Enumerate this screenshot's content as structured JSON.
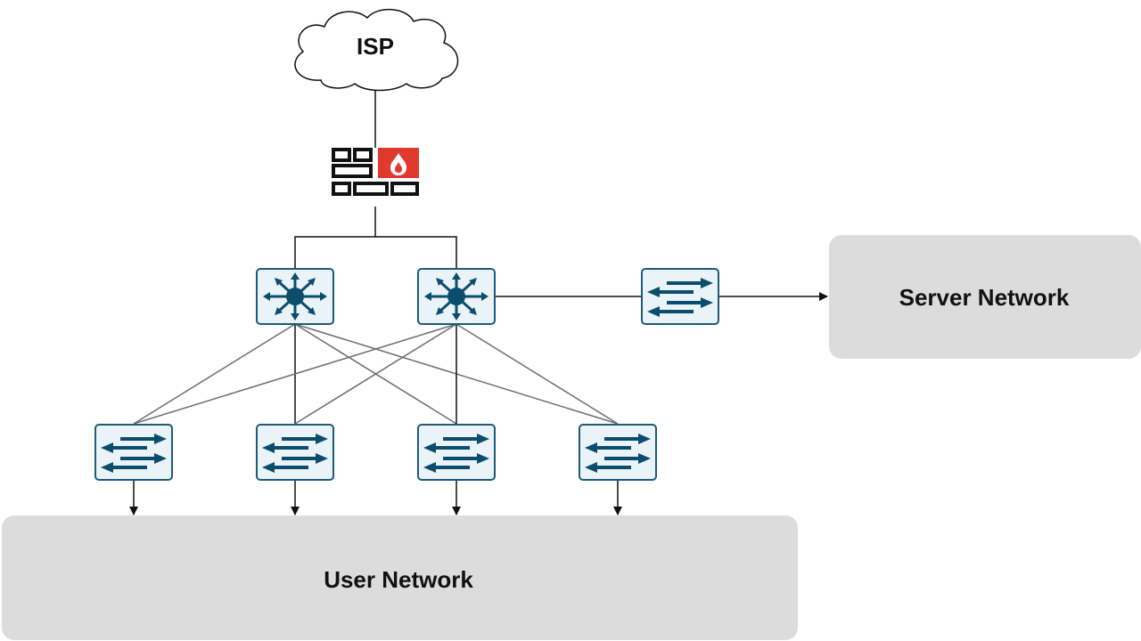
{
  "nodes": {
    "isp": {
      "label": "ISP"
    },
    "server_network": {
      "label": "Server Network"
    },
    "user_network": {
      "label": "User Network"
    }
  },
  "colors": {
    "device_fill": "#e9f3f8",
    "device_stroke": "#1f5a78",
    "device_glyph": "#0b4d6c",
    "firewall_red": "#e03a2f",
    "zone_fill": "#dcdcdc",
    "link_gray": "#6e6e6e"
  },
  "icons": {
    "core_switch": "layer3-switch-icon",
    "access_switch": "switch-icon",
    "firewall": "firewall-icon",
    "cloud": "cloud-icon"
  }
}
